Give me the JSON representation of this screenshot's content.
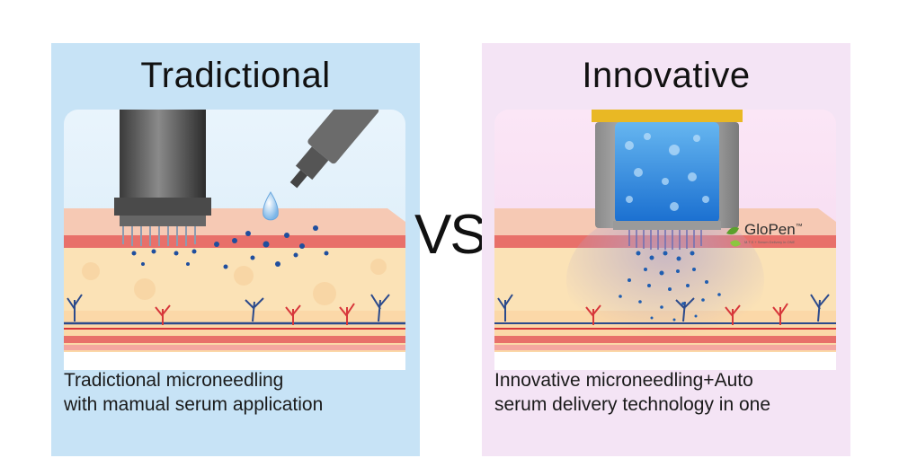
{
  "vs_label": "VS",
  "left": {
    "title": "Tradictional",
    "caption_line1": "Tradictional microneedling",
    "caption_line2": "with mamual serum application"
  },
  "right": {
    "title": "Innovative",
    "caption_line1": "Innovative microneedling+Auto",
    "caption_line2": "serum delivery technology in one",
    "brand": "GloPen",
    "brand_tm": "™",
    "brand_tagline": "M.T.S + Serum Delivery in ONE"
  },
  "colors": {
    "left_bg": "#c7e3f6",
    "right_bg": "#f4e4f5",
    "skin_top": "#f6c9b4",
    "skin_red": "#e8706a",
    "skin_body": "#fbe2b6",
    "serum_blue": "#2f7fd6",
    "cap_gold": "#e9b824"
  },
  "icons": [
    "pen-head-icon",
    "dropper-icon",
    "cartridge-icon",
    "glopen-leaf-icon"
  ]
}
